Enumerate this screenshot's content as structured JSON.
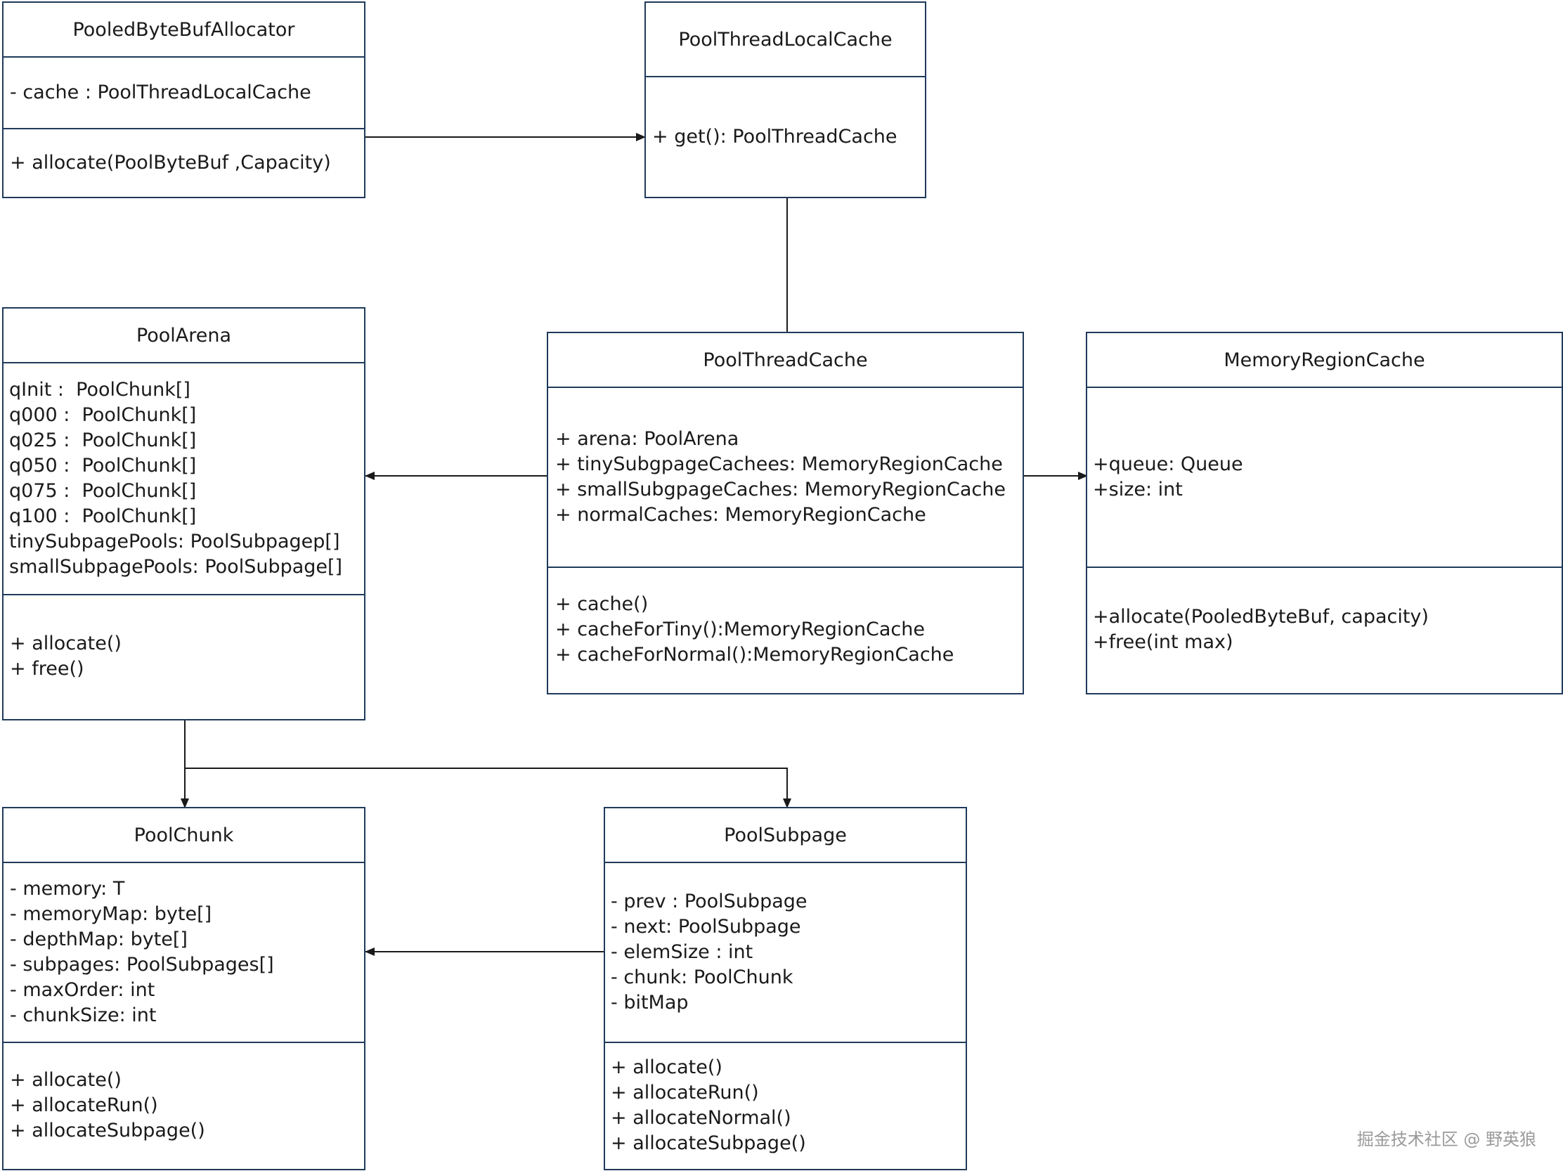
{
  "classes": {
    "pooledByteBufAllocator": {
      "name": "PooledByteBufAllocator",
      "attributes": [
        "- cache : PoolThreadLocalCache"
      ],
      "methods": [
        "+ allocate(PoolByteBuf ,Capacity)"
      ]
    },
    "poolThreadLocalCache": {
      "name": "PoolThreadLocalCache",
      "methods": [
        "+ get(): PoolThreadCache"
      ]
    },
    "poolArena": {
      "name": "PoolArena",
      "attributes": [
        "qInit :  PoolChunk[]",
        "q000 :  PoolChunk[]",
        "q025 :  PoolChunk[]",
        "q050 :  PoolChunk[]",
        "q075 :  PoolChunk[]",
        "q100 :  PoolChunk[]",
        "tinySubpagePools: PoolSubpagep[]",
        "smallSubpagePools: PoolSubpage[]"
      ],
      "methods": [
        "+ allocate()",
        "+ free()"
      ]
    },
    "poolThreadCache": {
      "name": "PoolThreadCache",
      "attributes": [
        "+ arena: PoolArena",
        "+ tinySubgpageCachees: MemoryRegionCache",
        "+ smallSubgpageCaches: MemoryRegionCache",
        "+ normalCaches: MemoryRegionCache"
      ],
      "methods": [
        "+ cache()",
        "+ cacheForTiny():MemoryRegionCache",
        "+ cacheForNormal():MemoryRegionCache"
      ]
    },
    "memoryRegionCache": {
      "name": "MemoryRegionCache",
      "attributes": [
        "+queue: Queue",
        "+size: int"
      ],
      "methods": [
        "+allocate(PooledByteBuf, capacity)",
        "+free(int max)"
      ]
    },
    "poolChunk": {
      "name": "PoolChunk",
      "attributes": [
        "- memory: T",
        "- memoryMap: byte[]",
        "- depthMap: byte[]",
        "- subpages: PoolSubpages[]",
        "- maxOrder: int",
        "- chunkSize: int"
      ],
      "methods": [
        "+ allocate()",
        "+ allocateRun()",
        "+ allocateSubpage()"
      ]
    },
    "poolSubpage": {
      "name": "PoolSubpage",
      "attributes": [
        "- prev : PoolSubpage",
        "- next: PoolSubpage",
        "- elemSize : int",
        "- chunk: PoolChunk",
        "- bitMap"
      ],
      "methods": [
        "+ allocate()",
        "+ allocateRun()",
        "+ allocateNormal()",
        "+ allocateSubpage()"
      ]
    }
  },
  "watermark": "掘金技术社区 @ 野英狼",
  "colors": {
    "border": "#1f3a5a",
    "edge": "#1a1a1a"
  }
}
